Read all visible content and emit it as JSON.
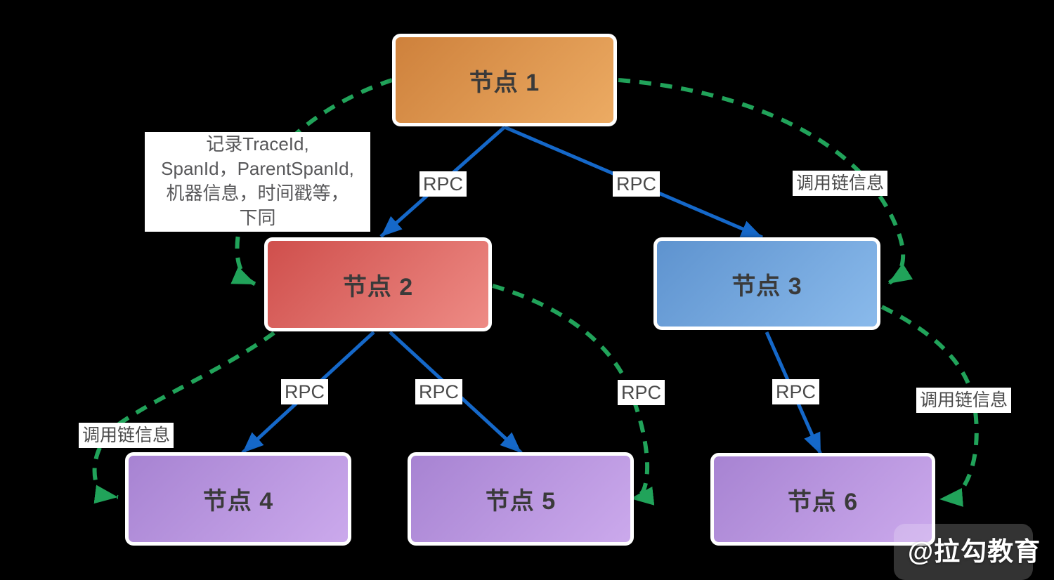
{
  "background": "#000000",
  "nodes": {
    "n1": {
      "label": "节点 1",
      "gradient": [
        "#CE813C",
        "#ECAB63"
      ]
    },
    "n2": {
      "label": "节点 2",
      "gradient": [
        "#CF4F4C",
        "#EE8B85"
      ]
    },
    "n3": {
      "label": "节点 3",
      "gradient": [
        "#5E93CF",
        "#8ABAEB"
      ]
    },
    "n4": {
      "label": "节点 4",
      "gradient": [
        "#A783D2",
        "#CBA9EC"
      ]
    },
    "n5": {
      "label": "节点 5",
      "gradient": [
        "#A783D2",
        "#CBA9EC"
      ]
    },
    "n6": {
      "label": "节点 6",
      "gradient": [
        "#A783D2",
        "#CBA9EC"
      ]
    }
  },
  "edges": {
    "rpc_label": "RPC",
    "chain_label": "调用链信息",
    "rpc_arrow_color": "#1568C9",
    "chain_arrow_color": "#21A35A",
    "rpc_edges": [
      {
        "from": "n1",
        "to": "n2"
      },
      {
        "from": "n1",
        "to": "n3"
      },
      {
        "from": "n2",
        "to": "n4"
      },
      {
        "from": "n2",
        "to": "n5"
      },
      {
        "from": "n3",
        "to": "n6"
      }
    ],
    "chain_edges": [
      {
        "from": "n1",
        "to": "n2"
      },
      {
        "from": "n1",
        "to": "n3"
      },
      {
        "from": "n2",
        "to": "n4"
      },
      {
        "from": "n2",
        "to": "n5"
      },
      {
        "from": "n3",
        "to": "n6"
      }
    ]
  },
  "annotation": {
    "line1": "记录TraceId,",
    "line2": "SpanId，ParentSpanId,",
    "line3": "机器信息，时间戳等，",
    "line4": "下同"
  },
  "watermark": "@拉勾教育",
  "label_style": {
    "background": "#FFFFFF",
    "text_color": "#4A4A4A"
  },
  "node_text_color": "#3A3A3A"
}
